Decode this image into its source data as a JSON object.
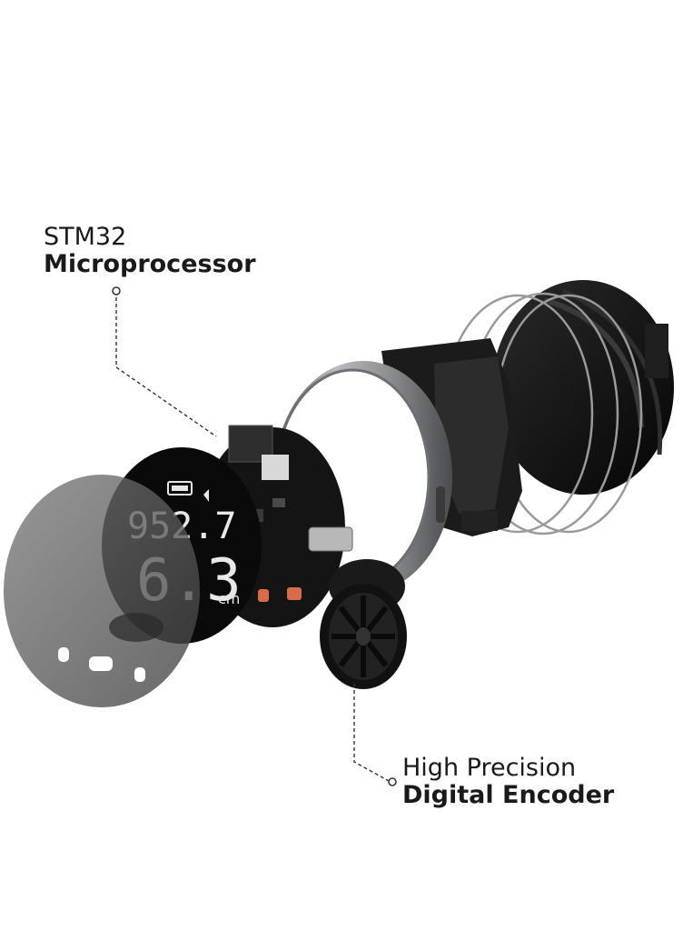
{
  "callouts": {
    "processor": {
      "line1": "STM32",
      "line2": "Microprocessor"
    },
    "encoder": {
      "line1": "High Precision",
      "line2": "Digital Encoder"
    }
  },
  "display": {
    "reading_top": "952.7",
    "reading_bottom": "6.3",
    "unit": "cm"
  },
  "colors": {
    "text": "#1a1a1a",
    "dark_part": "#111111",
    "metal_ring": "#8a8c90",
    "lens": "#5a5a5a",
    "pad": "#d96a4a"
  }
}
